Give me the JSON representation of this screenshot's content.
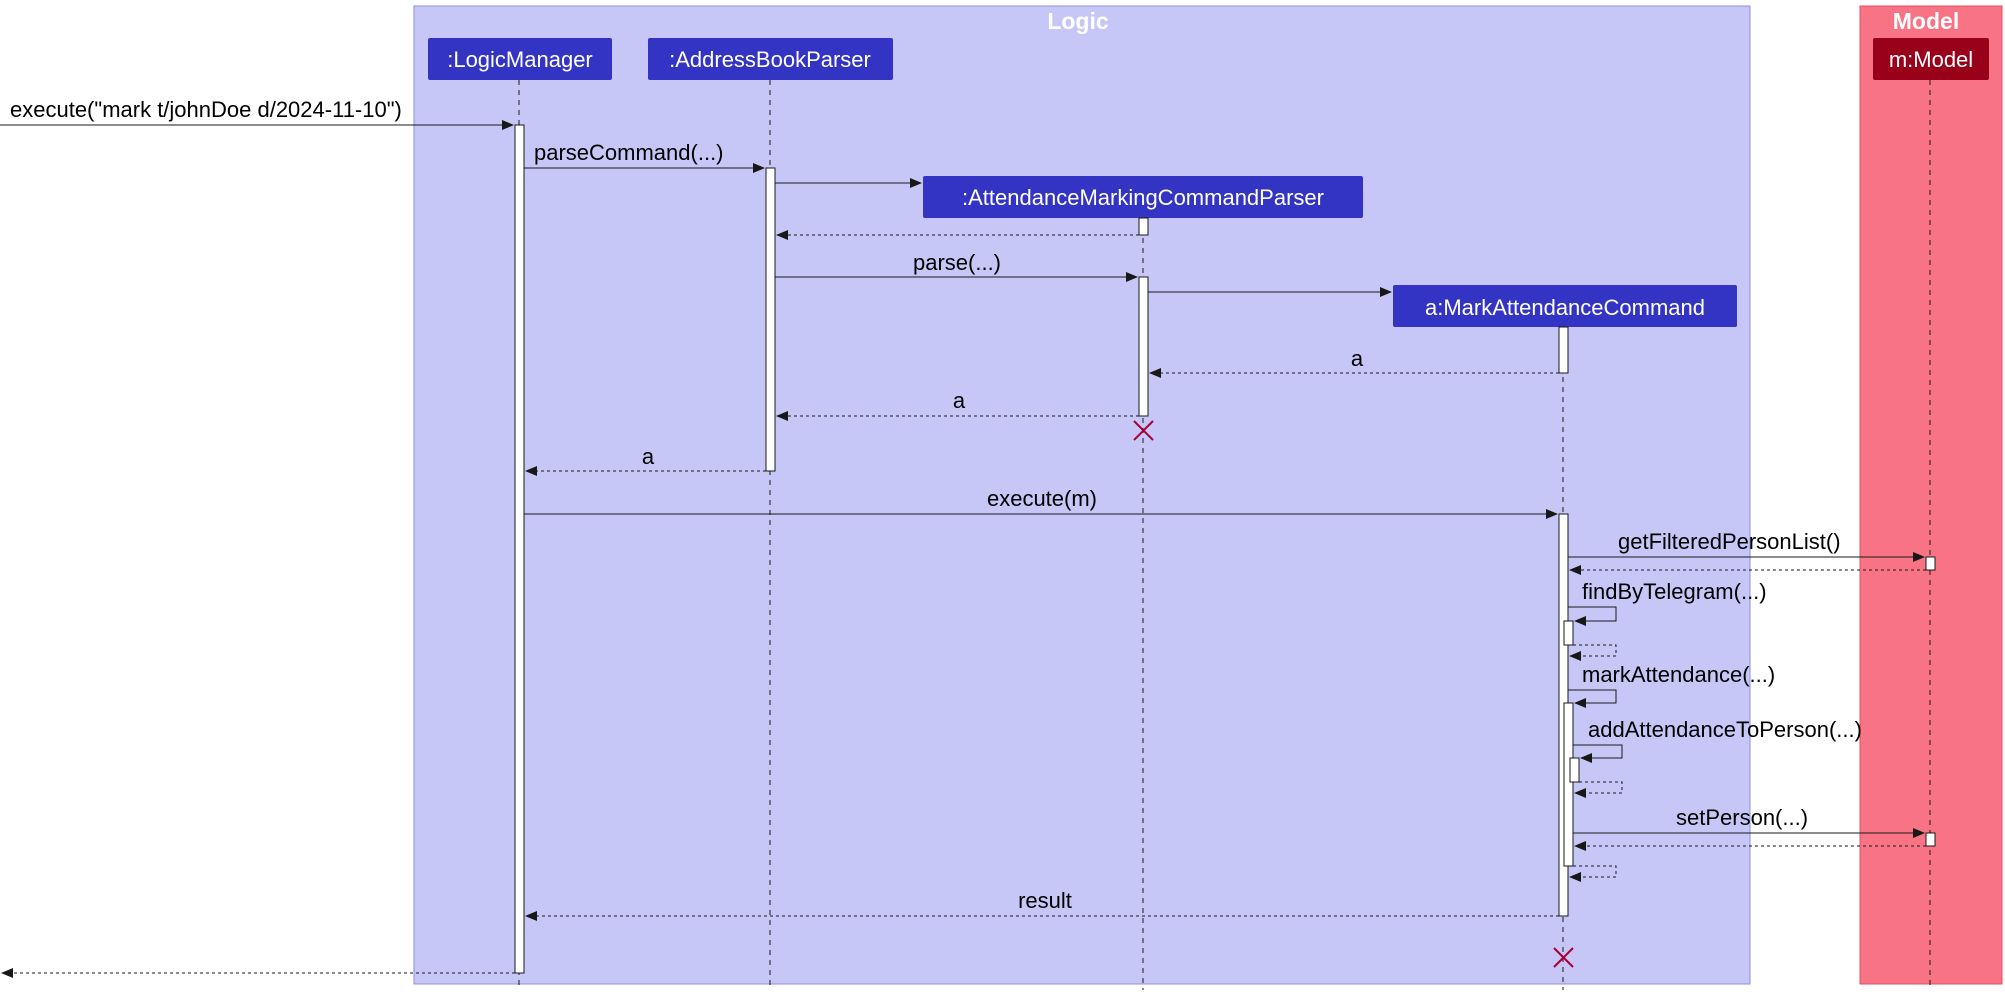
{
  "boxes": {
    "logic": {
      "title": "Logic",
      "fill": "#c7c7f7",
      "stroke": "#8e8ee0"
    },
    "model": {
      "title": "Model",
      "fill": "#f87384",
      "stroke": "#e05065"
    }
  },
  "participants": {
    "logic_manager": {
      "label": ":LogicManager",
      "fill": "#3333c4"
    },
    "address_book_parser": {
      "label": ":AddressBookParser",
      "fill": "#3333c4"
    },
    "attendance_marking_command_parser": {
      "label": ":AttendanceMarkingCommandParser",
      "fill": "#3333c4"
    },
    "mark_attendance_command": {
      "label": "a:MarkAttendanceCommand",
      "fill": "#3333c4"
    },
    "model": {
      "label": "m:Model",
      "fill": "#99001a"
    }
  },
  "messages": {
    "execute_input": "execute(\"mark t/johnDoe d/2024-11-10\")",
    "parse_command": "parseCommand(...)",
    "create_parser": "",
    "return_parser": "",
    "parse": "parse(...)",
    "create_command": "",
    "return_a_1": "a",
    "return_a_2": "a",
    "return_a_3": "a",
    "execute_m": "execute(m)",
    "get_filtered_person_list": "getFilteredPersonList()",
    "return_list": "",
    "find_by_telegram": "findByTelegram(...)",
    "return_find": "",
    "mark_attendance": "markAttendance(...)",
    "add_attendance_to_person": "addAttendanceToPerson(...)",
    "return_add": "",
    "set_person": "setPerson(...)",
    "return_set": "",
    "return_mark": "",
    "result": "result",
    "final_return": ""
  },
  "colors": {
    "destroy_marker": "#a80036",
    "line": "#181818",
    "activation_fill": "#ffffff"
  }
}
